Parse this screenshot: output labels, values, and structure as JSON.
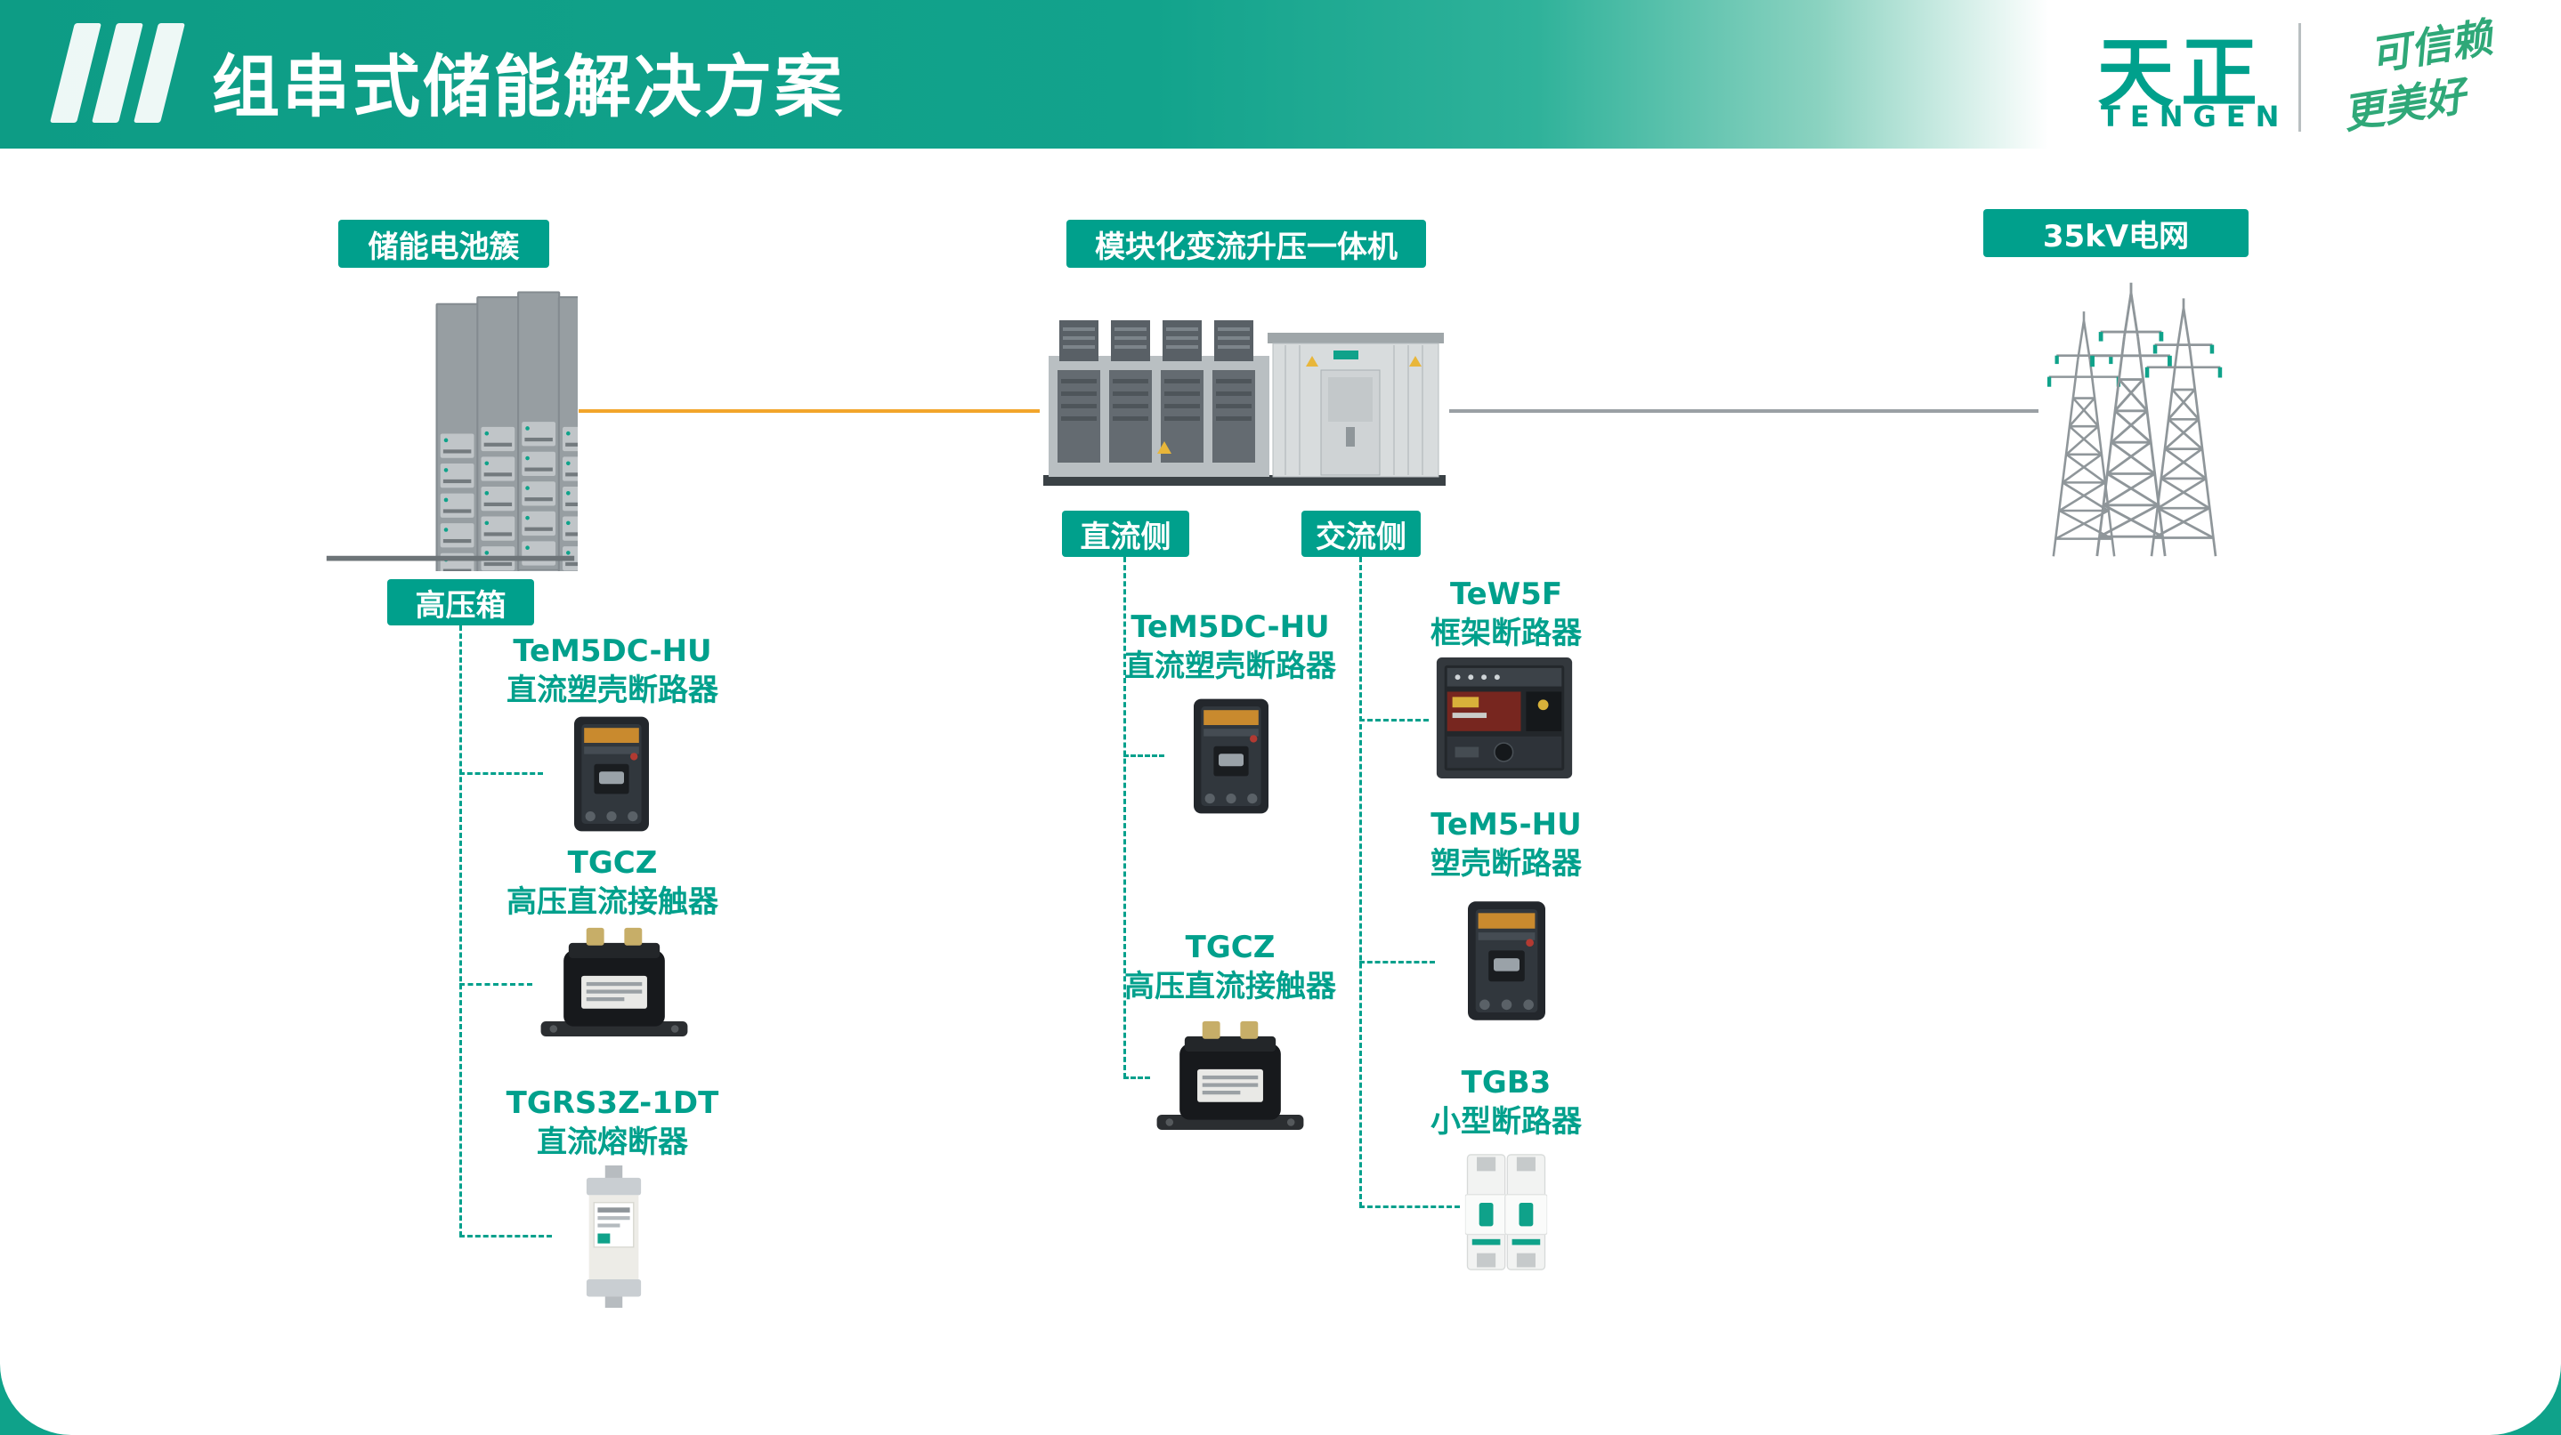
{
  "header": {
    "title": "组串式储能解决方案",
    "brand": {
      "name": "天正",
      "sub": "TENGEN",
      "slogan": [
        "可信赖",
        "更美好"
      ]
    }
  },
  "nodes": {
    "battery": "储能电池簇",
    "converter": "模块化变流升压一体机",
    "grid": "35kV电网",
    "hv_box": "高压箱",
    "dc_side": "直流侧",
    "ac_side": "交流侧"
  },
  "products": {
    "hv_box": [
      {
        "model": "TeM5DC-HU",
        "name": "直流塑壳断路器"
      },
      {
        "model": "TGCZ",
        "name": "高压直流接触器"
      },
      {
        "model": "TGRS3Z-1DT",
        "name": "直流熔断器"
      }
    ],
    "dc_side": [
      {
        "model": "TeM5DC-HU",
        "name": "直流塑壳断路器"
      },
      {
        "model": "TGCZ",
        "name": "高压直流接触器"
      }
    ],
    "ac_side": [
      {
        "model": "TeW5F",
        "name": "框架断路器"
      },
      {
        "model": "TeM5-HU",
        "name": "塑壳断路器"
      },
      {
        "model": "TGB3",
        "name": "小型断路器"
      }
    ]
  },
  "colors": {
    "teal": "#00A08C",
    "orange_line": "#F2A52B",
    "gray_line": "#9AA0A4"
  }
}
